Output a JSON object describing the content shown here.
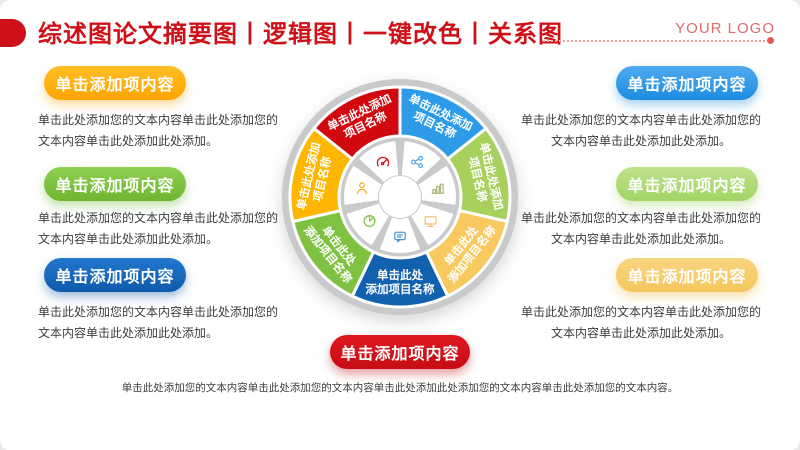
{
  "header": {
    "title": "综述图论文摘要图丨逻辑图丨一键改色丨关系图",
    "logo": "YOUR LOGO",
    "accent_color": "#ce1118"
  },
  "left_items": [
    {
      "label": "单击添加项内容",
      "color": "#fca400",
      "text": "单击此处添加您的文本内容单击此处添加您的文本内容单击此处添加此处添加。"
    },
    {
      "label": "单击添加项内容",
      "color": "#6fb52f",
      "text": "单击此处添加您的文本内容单击此处添加您的文本内容单击此处添加此处添加。"
    },
    {
      "label": "单击添加项内容",
      "color": "#0f5aab",
      "text": "单击此处添加您的文本内容单击此处添加您的文本内容单击此处添加此处添加。"
    }
  ],
  "right_items": [
    {
      "label": "单击添加项内容",
      "color": "#1e8ce0",
      "text": "单击此处添加您的文本内容单击此处添加您的文本内容单击此处添加此处添加。"
    },
    {
      "label": "单击添加项内容",
      "color": "#a3d465",
      "text": "单击此处添加您的文本内容单击此处添加您的文本内容单击此处添加此处添加。"
    },
    {
      "label": "单击添加项内容",
      "color": "#f4c65c",
      "text": "单击此处添加您的文本内容单击此处添加您的文本内容单击此处添加此处添加。"
    }
  ],
  "bottom_item": {
    "label": "单击添加项内容",
    "color": "#c50d14",
    "text": "单击此处添加您的文本内容单击此处添加您的文本内容单击此处添加此处添加您的文本内容单击此处添加您的文本内容。"
  },
  "wheel": {
    "ring_color": "#c9cacb",
    "segments": [
      {
        "name": "red",
        "line1": "单击此处添加",
        "line2": "项目名称",
        "color": "#d2080f",
        "icon": "gauge-icon"
      },
      {
        "name": "blue",
        "line1": "单击此处添加",
        "line2": "项目名称",
        "color": "#2e9be8",
        "icon": "share-icon"
      },
      {
        "name": "light-green",
        "line1": "单击此处添加",
        "line2": "项目名称",
        "color": "#a8d05c",
        "icon": "bar-chart-icon"
      },
      {
        "name": "yellow",
        "line1": "单击此处",
        "line2": "添加项目名称",
        "color": "#f7c95f",
        "icon": "monitor-icon"
      },
      {
        "name": "dark-blue",
        "line1": "单击此处",
        "line2": "添加项目名称",
        "color": "#1261ae",
        "icon": "chat-icon"
      },
      {
        "name": "green",
        "line1": "单击此处",
        "line2": "添加项目名称",
        "color": "#7fc241",
        "icon": "pie-chart-icon"
      },
      {
        "name": "orange",
        "line1": "单击此处添加",
        "line2": "项目名称",
        "color": "#feb601",
        "icon": "person-icon"
      }
    ]
  }
}
